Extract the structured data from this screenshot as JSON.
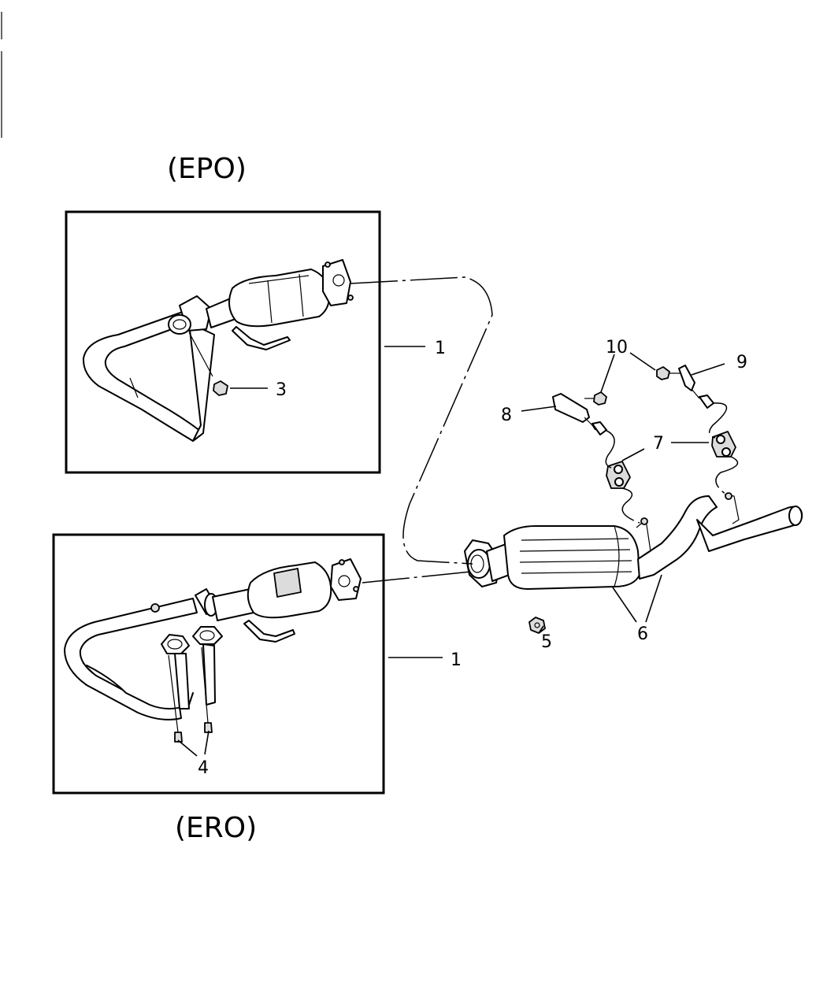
{
  "titles": {
    "top": "(EPO)",
    "bottom": "(ERO)"
  },
  "callouts": {
    "c1_top": "1",
    "c1_bottom": "1",
    "c3": "3",
    "c4": "4",
    "c5": "5",
    "c6": "6",
    "c7": "7",
    "c8": "8",
    "c9": "9",
    "c10": "10"
  }
}
